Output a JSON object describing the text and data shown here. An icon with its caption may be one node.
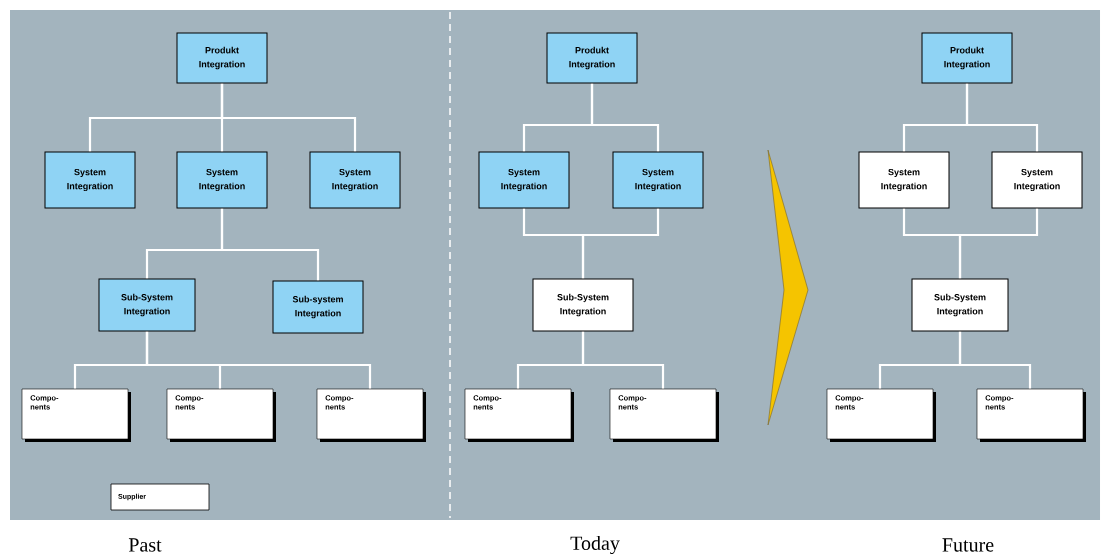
{
  "diagram": {
    "nodes": [
      {
        "text": [
          "Produkt Integration"
        ]
      },
      {
        "text": [
          "System Integration"
        ]
      },
      {
        "text": [
          "System Integration"
        ]
      },
      {
        "text": [
          "System Integration"
        ]
      },
      {
        "text": [
          "Sub-System Integration"
        ]
      },
      {
        "text": [
          "Sub-system Integration"
        ]
      },
      {
        "text": [
          "Compo- nents"
        ]
      },
      {
        "text": [
          "Compo- nents"
        ]
      },
      {
        "text": [
          "Compo- nents"
        ]
      },
      {
        "text": [
          "Produkt Integration"
        ]
      },
      {
        "text": [
          "System Integration"
        ]
      },
      {
        "text": [
          "System Integration"
        ]
      },
      {
        "text": [
          "Sub-System Integration"
        ]
      },
      {
        "text": [
          "Compo- nents"
        ]
      },
      {
        "text": [
          "Compo- nents"
        ]
      },
      {
        "text": [
          "Produkt Integration"
        ]
      },
      {
        "text": [
          "System Integration"
        ]
      },
      {
        "text": [
          "System Integration"
        ]
      },
      {
        "text": [
          "Sub-System Integration"
        ]
      },
      {
        "text": [
          "Compo- nents"
        ]
      },
      {
        "text": [
          "Compo- nents"
        ]
      }
    ],
    "edges": [
      {
        "from": 0,
        "to": 1,
        "arrow": "none"
      },
      {
        "from": 0,
        "to": 2,
        "arrow": "none"
      },
      {
        "from": 0,
        "to": 3,
        "arrow": "none"
      },
      {
        "from": 2,
        "to": 4,
        "arrow": "none"
      },
      {
        "from": 2,
        "to": 5,
        "arrow": "none"
      },
      {
        "from": 4,
        "to": 6,
        "arrow": "none"
      },
      {
        "from": 4,
        "to": 7,
        "arrow": "none"
      },
      {
        "from": 4,
        "to": 8,
        "arrow": "none"
      },
      {
        "from": 9,
        "to": 10,
        "arrow": "none"
      },
      {
        "from": 9,
        "to": 11,
        "arrow": "none"
      },
      {
        "from": 10,
        "to": 12,
        "arrow": "none"
      },
      {
        "from": 11,
        "to": 12,
        "arrow": "none"
      },
      {
        "from": 12,
        "to": 13,
        "arrow": "none"
      },
      {
        "from": 12,
        "to": 14,
        "arrow": "none"
      },
      {
        "from": 15,
        "to": 16,
        "arrow": "none"
      },
      {
        "from": 15,
        "to": 17,
        "arrow": "none"
      },
      {
        "from": 16,
        "to": 18,
        "arrow": "none"
      },
      {
        "from": 17,
        "to": 18,
        "arrow": "none"
      },
      {
        "from": 18,
        "to": 19,
        "arrow": "none"
      },
      {
        "from": 18,
        "to": 20,
        "arrow": "none"
      }
    ],
    "labels": [
      "Past",
      "Today",
      "Future"
    ],
    "legend": [
      {
        "text": "Supplier",
        "color": "#ffffff"
      }
    ]
  }
}
